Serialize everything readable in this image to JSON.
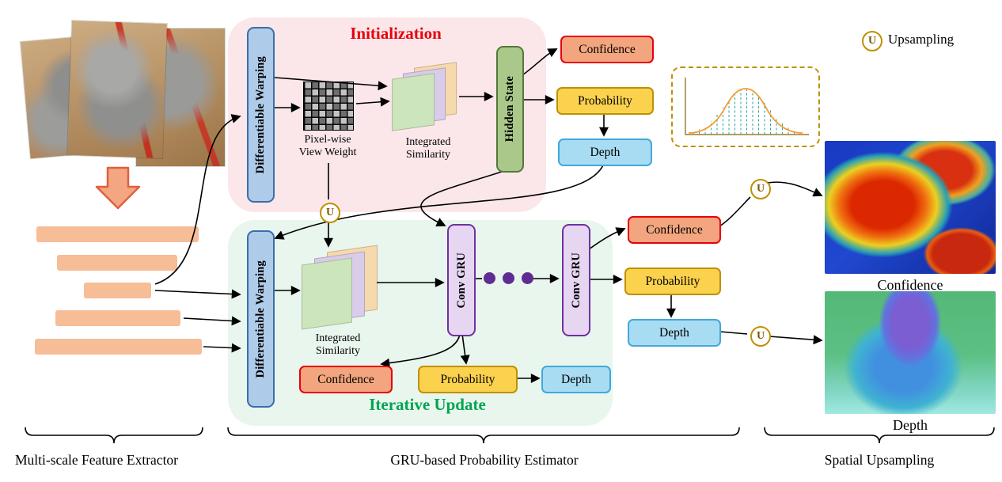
{
  "legend": {
    "u": "U",
    "label": "Upsampling"
  },
  "init": {
    "title": "Initialization",
    "warping": "Differentiable Warping",
    "view_weight1": "Pixel-wise",
    "view_weight2": "View Weight",
    "sim1": "Integrated",
    "sim2": "Similarity",
    "hidden": "Hidden State",
    "confidence": "Confidence",
    "probability": "Probability",
    "depth": "Depth"
  },
  "iter": {
    "title": "Iterative Update",
    "warping": "Differentiable Warping",
    "sim1": "Integrated",
    "sim2": "Similarity",
    "gru1": "Conv GRU",
    "gru2": "Conv GRU",
    "confidence_top": "Confidence",
    "probability_top": "Probability",
    "depth_top": "Depth",
    "confidence_bottom": "Confidence",
    "probability_bottom": "Probability",
    "depth_bottom": "Depth"
  },
  "outputs": {
    "confidence": "Confidence",
    "depth": "Depth"
  },
  "captions": {
    "left": "Multi-scale Feature Extractor",
    "middle": "GRU-based Probability Estimator",
    "right": "Spatial Upsampling"
  },
  "colors": {
    "init_panel": "#fbe7e9",
    "iter_panel": "#e9f6ee",
    "init_title": "#e8000d",
    "iter_title": "#00a550",
    "confidence_fill": "#f2a57e",
    "confidence_border": "#e8000d",
    "probability_fill": "#fbd24e",
    "probability_border": "#bf9000",
    "depth_fill": "#a8dcf2",
    "depth_border": "#41a8dc",
    "warping_fill": "#aecbe9",
    "warping_border": "#3a6ea8",
    "hidden_fill": "#a9c889",
    "hidden_border": "#55783a",
    "gru_fill": "#e6d6f2",
    "gru_border": "#7030a0",
    "upsample_gold": "#bf9000",
    "feature_bar": "#f6bd96"
  }
}
